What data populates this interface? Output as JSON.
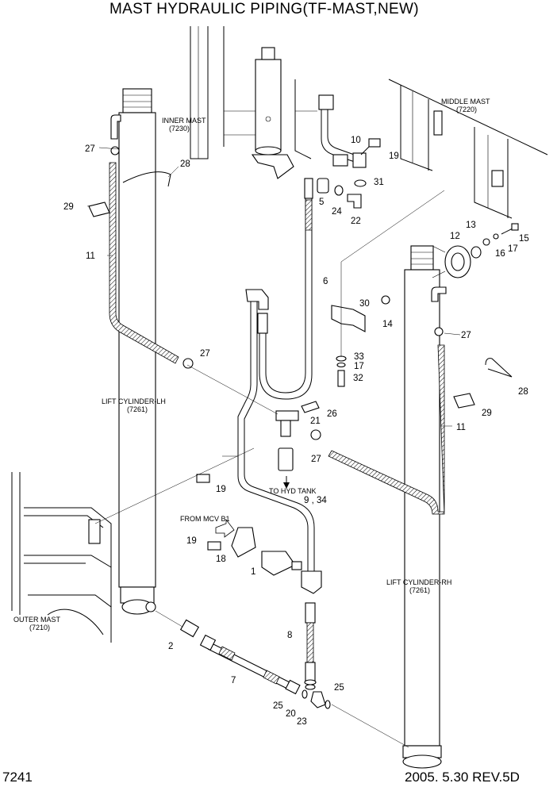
{
  "title": "MAST HYDRAULIC PIPING(TF-MAST,NEW)",
  "page_number": "7241",
  "revision": "2005. 5.30  REV.5D",
  "labels": {
    "inner_mast": "INNER MAST",
    "inner_mast_code": "(7230)",
    "middle_mast": "MIDDLE MAST",
    "middle_mast_code": "(7220)",
    "outer_mast": "OUTER MAST",
    "outer_mast_code": "(7210)",
    "lift_cyl_lh": "LIFT CYLINDER-LH",
    "lift_cyl_lh_code": "(7261)",
    "lift_cyl_rh": "LIFT CYLINDER-RH",
    "lift_cyl_rh_code": "(7261)",
    "to_hyd_tank": "TO HYD TANK",
    "to_hyd_tank_parts": "9 , 34",
    "from_mcv": "FROM MCV B1"
  },
  "callouts": {
    "c1": "1",
    "c2": "2",
    "c5": "5",
    "c6": "6",
    "c7": "7",
    "c8": "8",
    "c10": "10",
    "c11a": "11",
    "c11b": "11",
    "c12": "12",
    "c13": "13",
    "c14": "14",
    "c15": "15",
    "c16": "16",
    "c17a": "17",
    "c17b": "17",
    "c18": "18",
    "c19a": "19",
    "c19b": "19",
    "c19c": "19",
    "c20": "20",
    "c21": "21",
    "c22": "22",
    "c23": "23",
    "c24": "24",
    "c25a": "25",
    "c25b": "25",
    "c26": "26",
    "c27a": "27",
    "c27b": "27",
    "c27c": "27",
    "c27d": "27",
    "c28a": "28",
    "c28b": "28",
    "c29a": "29",
    "c29b": "29",
    "c30": "30",
    "c31": "31",
    "c32": "32",
    "c33": "33"
  }
}
